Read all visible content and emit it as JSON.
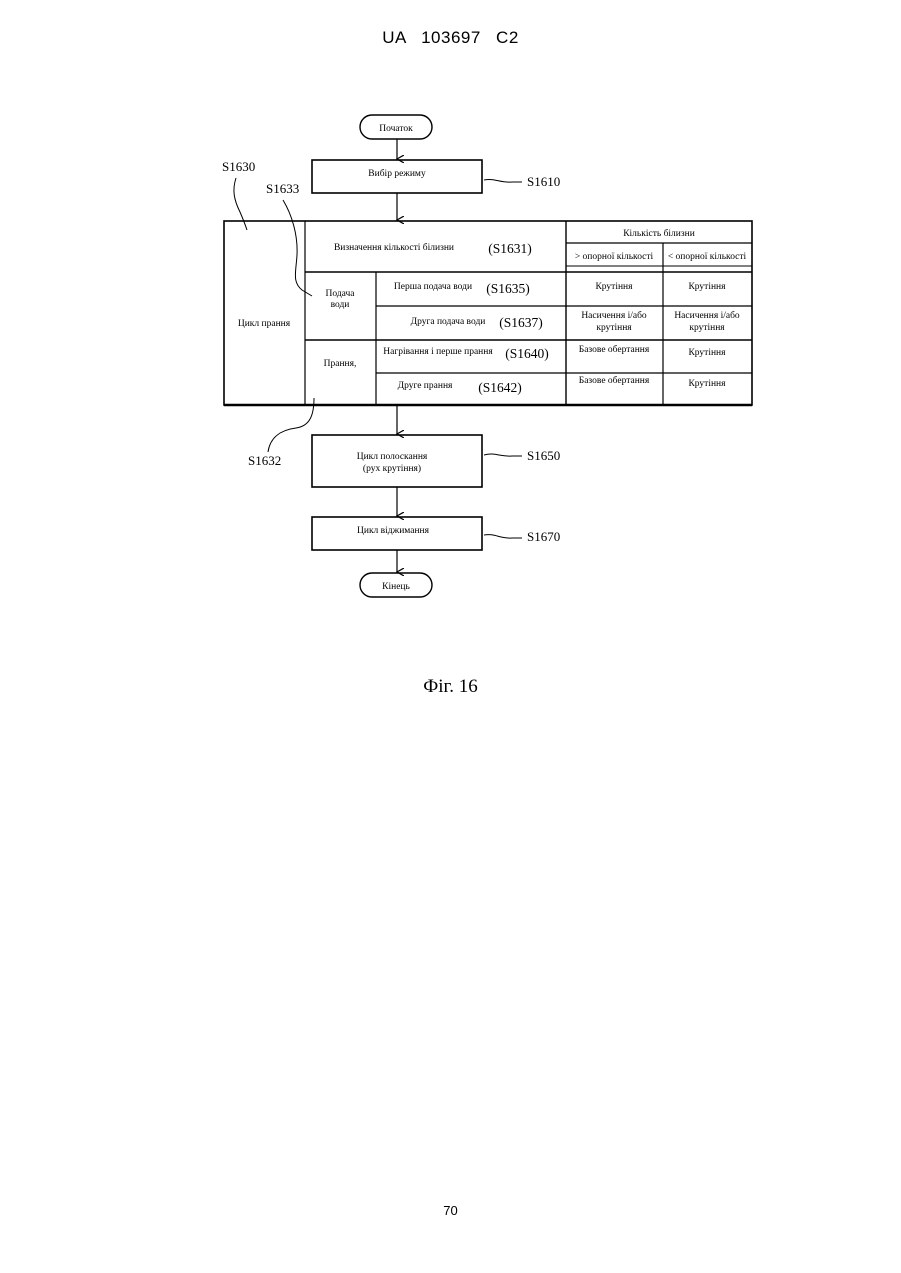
{
  "header": {
    "doc_id": "UA   103697   C2"
  },
  "diagram": {
    "start_label": "Початок",
    "end_label": "Кінець",
    "mode_select": {
      "label": "Вибір режиму",
      "ref": "S1610"
    },
    "wash_cycle": {
      "label": "Цикл прання",
      "ref_outer": "S1630",
      "ref_water": "S1633",
      "ref_wash": "S1632",
      "determine": {
        "label": "Визначення кількості білизни",
        "ref": "(S1631)"
      },
      "water_supply": {
        "label_line1": "Подача",
        "label_line2": "води"
      },
      "washing": {
        "label": "Прання,"
      },
      "laundry_header": "Кількість білизни",
      "col_gt": "> опорної кількості",
      "col_lt": "< опорної кількості",
      "rows": [
        {
          "step": "Перша подача води",
          "ref": "(S1635)",
          "gt": "Крутіння",
          "lt": "Крутіння"
        },
        {
          "step": "Друга подача води",
          "ref": "(S1637)",
          "gt_line1": "Насичення і/або",
          "gt_line2": "крутіння",
          "lt_line1": "Насичення і/або",
          "lt_line2": "крутіння"
        },
        {
          "step": "Нагрівання і перше прання",
          "ref": "(S1640)",
          "gt": "Базове обертання",
          "lt": "Крутіння"
        },
        {
          "step": "Друге прання",
          "ref": "(S1642)",
          "gt": "Базове обертання",
          "lt": "Крутіння"
        }
      ]
    },
    "rinse": {
      "label_line1": "Цикл полоскання",
      "label_line2": "(рух крутіння)",
      "ref": "S1650"
    },
    "spin": {
      "label": "Цикл віджимання",
      "ref": "S1670"
    }
  },
  "caption": "Фіг. 16",
  "page_number": "70"
}
